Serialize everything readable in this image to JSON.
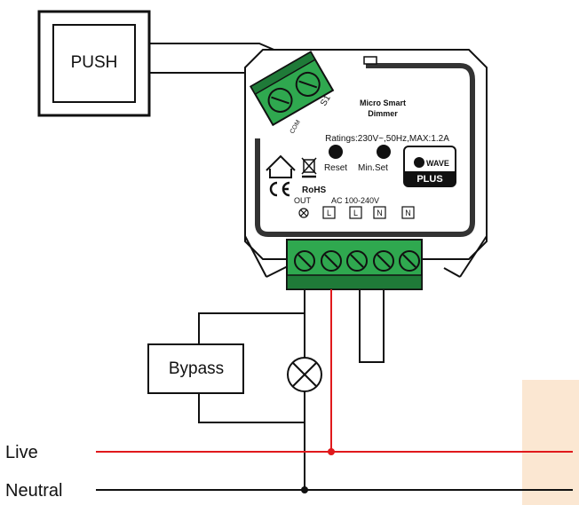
{
  "push_switch": {
    "label": "PUSH"
  },
  "device": {
    "title_line1": "Micro Smart",
    "title_line2": "Dimmer",
    "ratings": "Ratings:230V~,50Hz,MAX:1.2A",
    "reset_label": "Reset",
    "minset_label": "Min.Set",
    "rohs_label": "RoHS",
    "out_label": "OUT",
    "ac_label": "AC 100-240V",
    "term_l1": "L",
    "term_l2": "L",
    "term_n1": "N",
    "term_n2": "N",
    "s1_label": "S1",
    "com_label": "COM",
    "zwave_label": "WAVE",
    "zwave_plus_label": "PLUS"
  },
  "bypass": {
    "label": "Bypass"
  },
  "lines": {
    "live_label": "Live",
    "neutral_label": "Neutral"
  },
  "colors": {
    "live_wire": "#e0191c",
    "neutral_wire": "#111111",
    "terminal_green": "#2fa84f",
    "terminal_dark_green": "#1f7a38",
    "highlight_strip": "#fbe7d2"
  }
}
